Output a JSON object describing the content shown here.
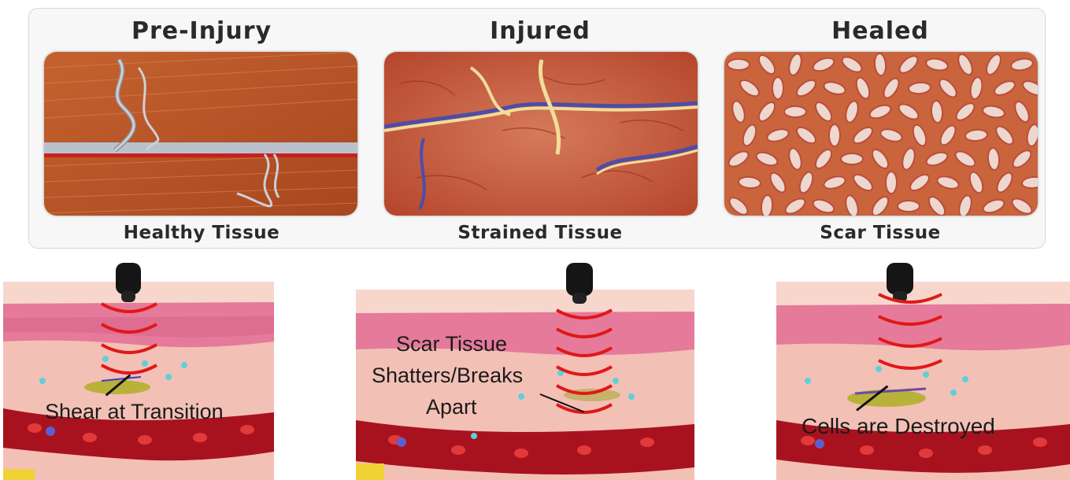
{
  "tissue_stages": [
    {
      "heading": "Pre-Injury",
      "caption": "Healthy Tissue"
    },
    {
      "heading": "Injured",
      "caption": "Strained Tissue"
    },
    {
      "heading": "Healed",
      "caption": "Scar Tissue"
    }
  ],
  "treatment_panels": [
    {
      "label": "Shear at Transition"
    },
    {
      "label_lines": [
        "Scar Tissue",
        "Shatters/Breaks",
        "Apart"
      ]
    },
    {
      "label": "Cells are Destroyed"
    }
  ],
  "colors": {
    "muscle": "#b8552c",
    "skin": "#f2b3ad",
    "vessel": "#b01818",
    "wave": "#e01818"
  }
}
